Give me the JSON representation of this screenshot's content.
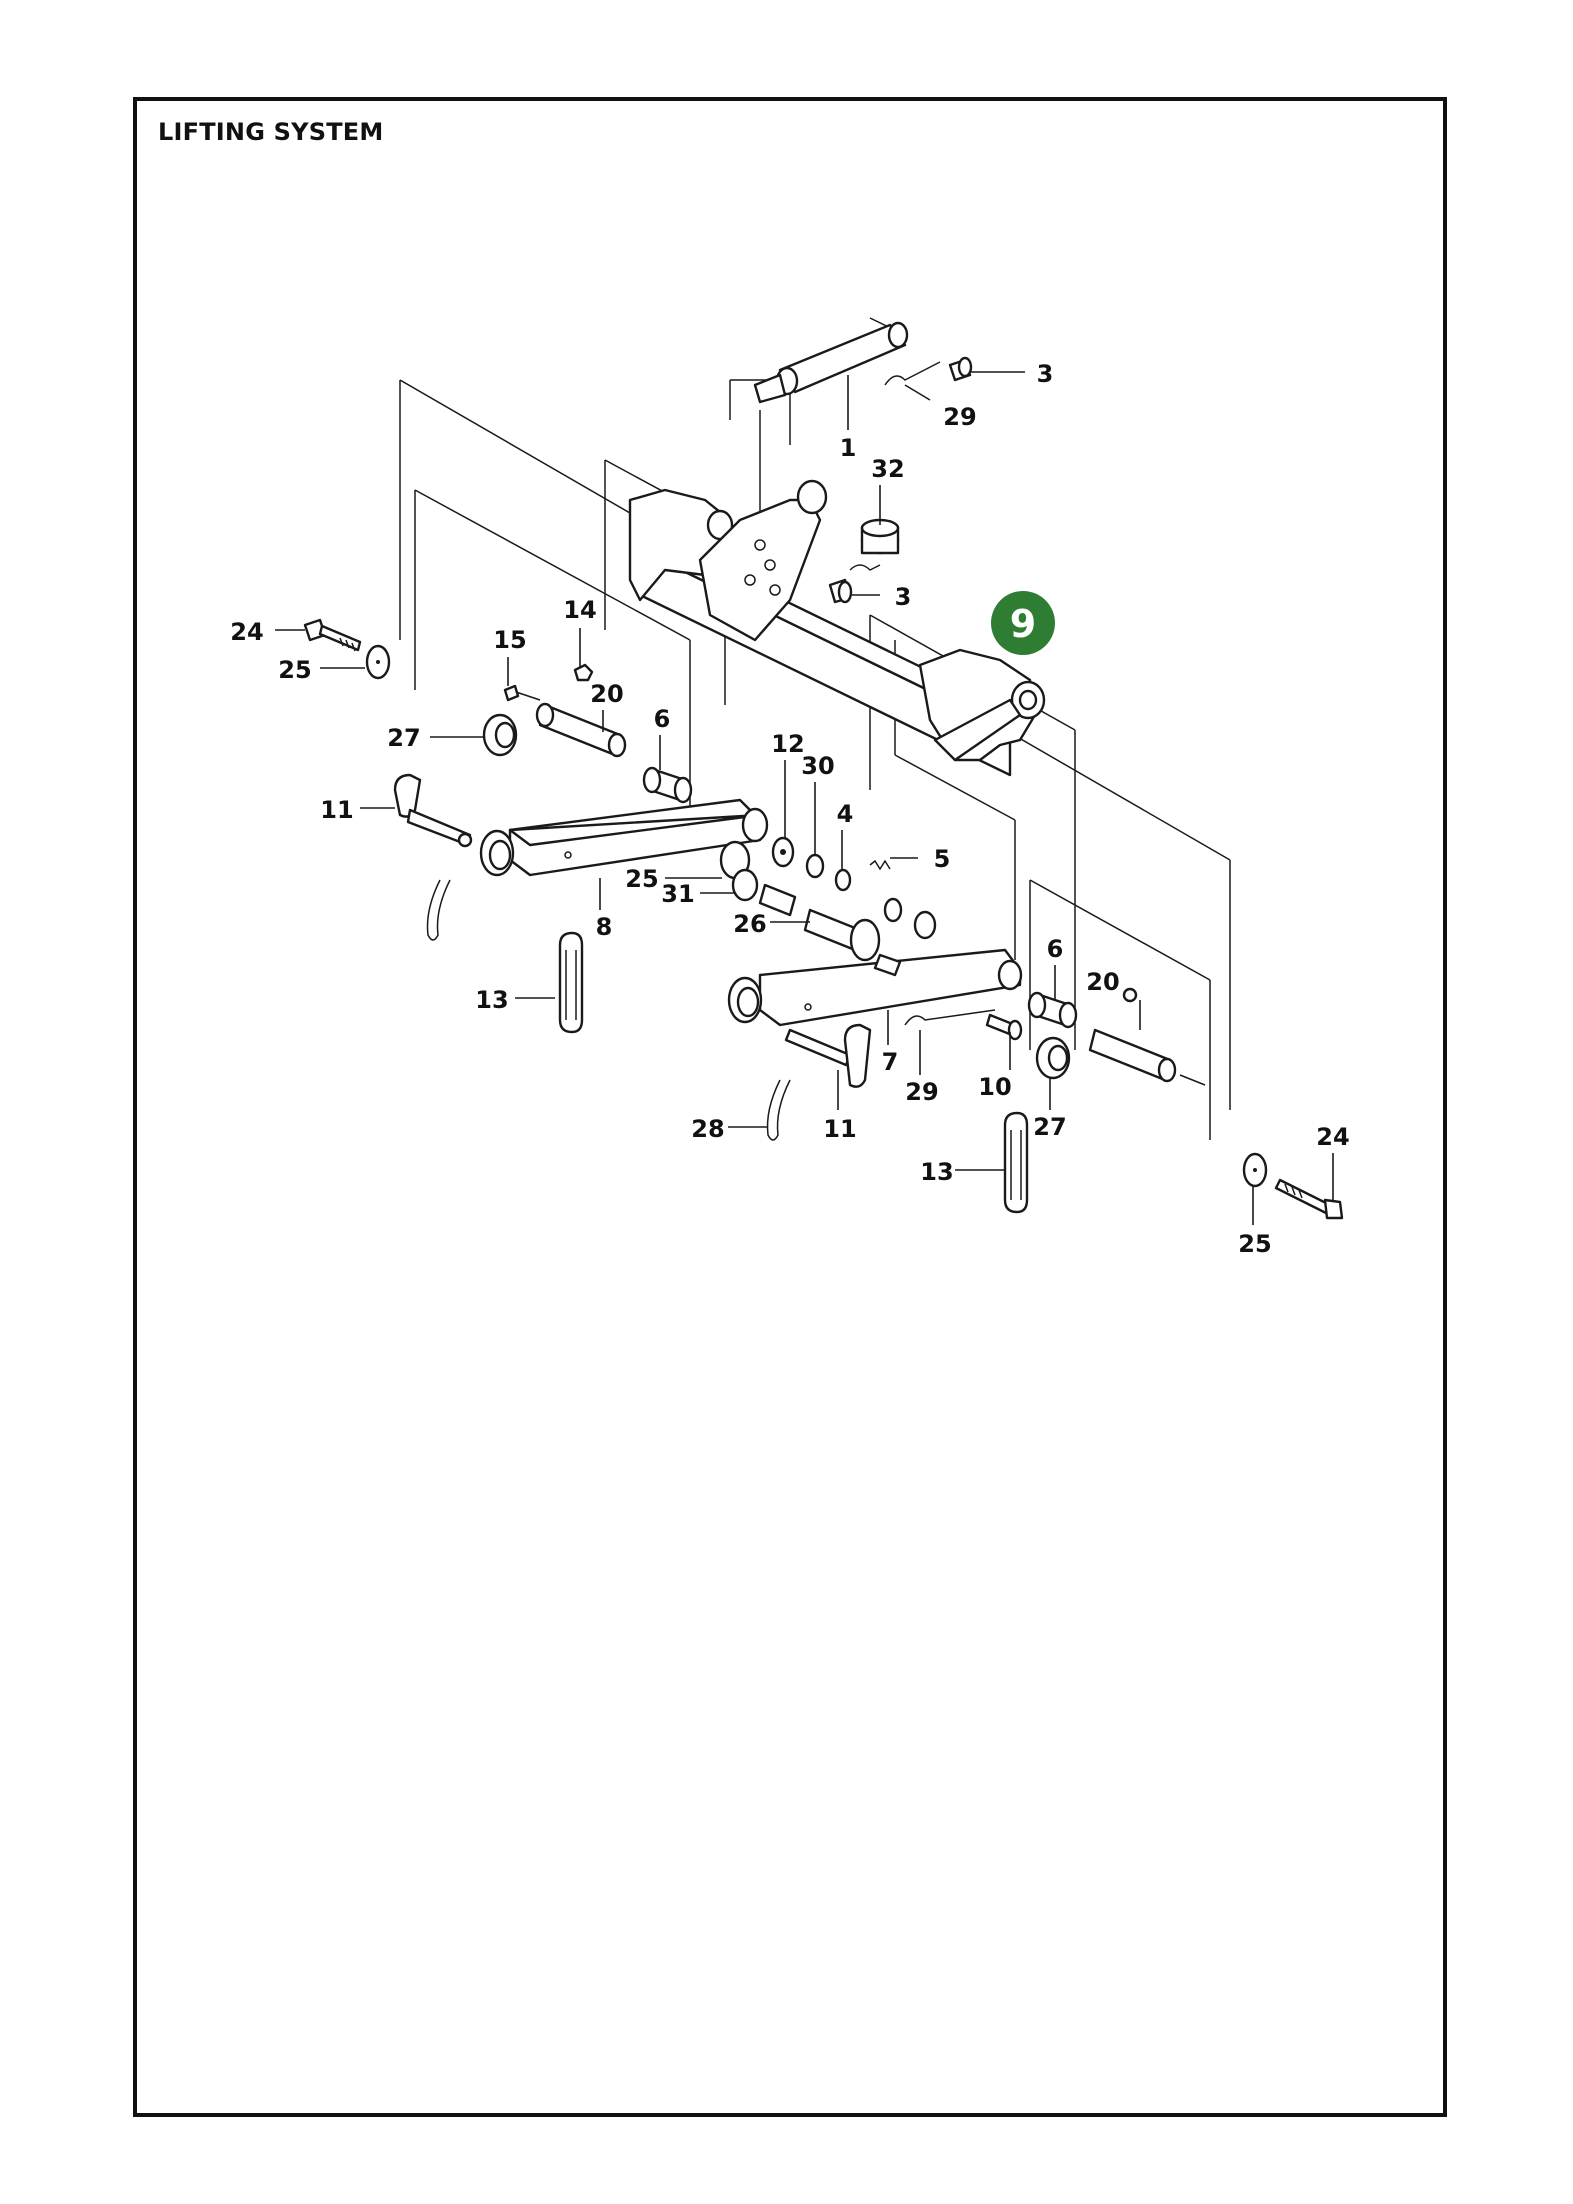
{
  "page": {
    "title": "LIFTING SYSTEM",
    "section_badge": "9",
    "badge_color": "#2e7d32",
    "line_color": "#1a1a1a"
  },
  "callouts": [
    {
      "id": "c-1",
      "text": "1"
    },
    {
      "id": "c-3a",
      "text": "3"
    },
    {
      "id": "c-29a",
      "text": "29"
    },
    {
      "id": "c-32",
      "text": "32"
    },
    {
      "id": "c-3b",
      "text": "3"
    },
    {
      "id": "c-24a",
      "text": "24"
    },
    {
      "id": "c-25a",
      "text": "25"
    },
    {
      "id": "c-14",
      "text": "14"
    },
    {
      "id": "c-15",
      "text": "15"
    },
    {
      "id": "c-20a",
      "text": "20"
    },
    {
      "id": "c-6a",
      "text": "6"
    },
    {
      "id": "c-27a",
      "text": "27"
    },
    {
      "id": "c-11a",
      "text": "11"
    },
    {
      "id": "c-12",
      "text": "12"
    },
    {
      "id": "c-30",
      "text": "30"
    },
    {
      "id": "c-4",
      "text": "4"
    },
    {
      "id": "c-5",
      "text": "5"
    },
    {
      "id": "c-25b",
      "text": "25"
    },
    {
      "id": "c-31",
      "text": "31"
    },
    {
      "id": "c-8",
      "text": "8"
    },
    {
      "id": "c-26",
      "text": "26"
    },
    {
      "id": "c-13a",
      "text": "13"
    },
    {
      "id": "c-6b",
      "text": "6"
    },
    {
      "id": "c-20b",
      "text": "20"
    },
    {
      "id": "c-7",
      "text": "7"
    },
    {
      "id": "c-29b",
      "text": "29"
    },
    {
      "id": "c-10",
      "text": "10"
    },
    {
      "id": "c-27b",
      "text": "27"
    },
    {
      "id": "c-28",
      "text": "28"
    },
    {
      "id": "c-11b",
      "text": "11"
    },
    {
      "id": "c-13b",
      "text": "13"
    },
    {
      "id": "c-24b",
      "text": "24"
    },
    {
      "id": "c-25c",
      "text": "25"
    }
  ]
}
